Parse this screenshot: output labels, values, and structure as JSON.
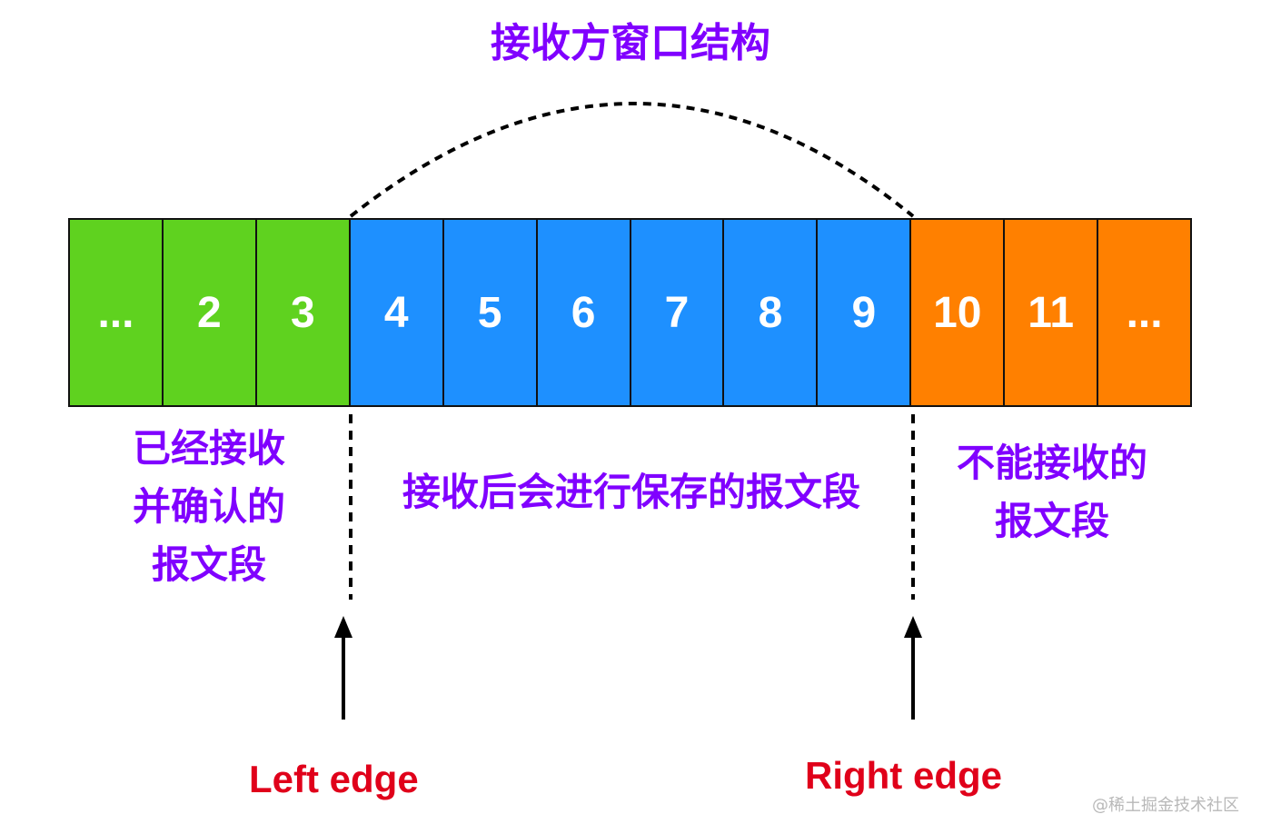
{
  "title": "接收方窗口结构",
  "segments": [
    {
      "label": "...",
      "color": "#5fd21f"
    },
    {
      "label": "2",
      "color": "#5fd21f"
    },
    {
      "label": "3",
      "color": "#5fd21f"
    },
    {
      "label": "4",
      "color": "#1e90ff"
    },
    {
      "label": "5",
      "color": "#1e90ff"
    },
    {
      "label": "6",
      "color": "#1e90ff"
    },
    {
      "label": "7",
      "color": "#1e90ff"
    },
    {
      "label": "8",
      "color": "#1e90ff"
    },
    {
      "label": "9",
      "color": "#1e90ff"
    },
    {
      "label": "10",
      "color": "#ff8000"
    },
    {
      "label": "11",
      "color": "#ff8000"
    },
    {
      "label": "...",
      "color": "#ff8000"
    }
  ],
  "regions": {
    "received_acknowledged": "已经接收\n并确认的\n报文段",
    "stored_after_receive": "接收后会进行保存的报文段",
    "cannot_receive": "不能接收的\n报文段"
  },
  "edges": {
    "left": "Left edge",
    "right": "Right edge"
  },
  "watermark": "@稀土掘金技术社区",
  "colors": {
    "title_text": "#8000ff",
    "region_text": "#8000ff",
    "edge_text": "#e0001a",
    "received": "#5fd21f",
    "window": "#1e90ff",
    "outside": "#ff8000"
  }
}
